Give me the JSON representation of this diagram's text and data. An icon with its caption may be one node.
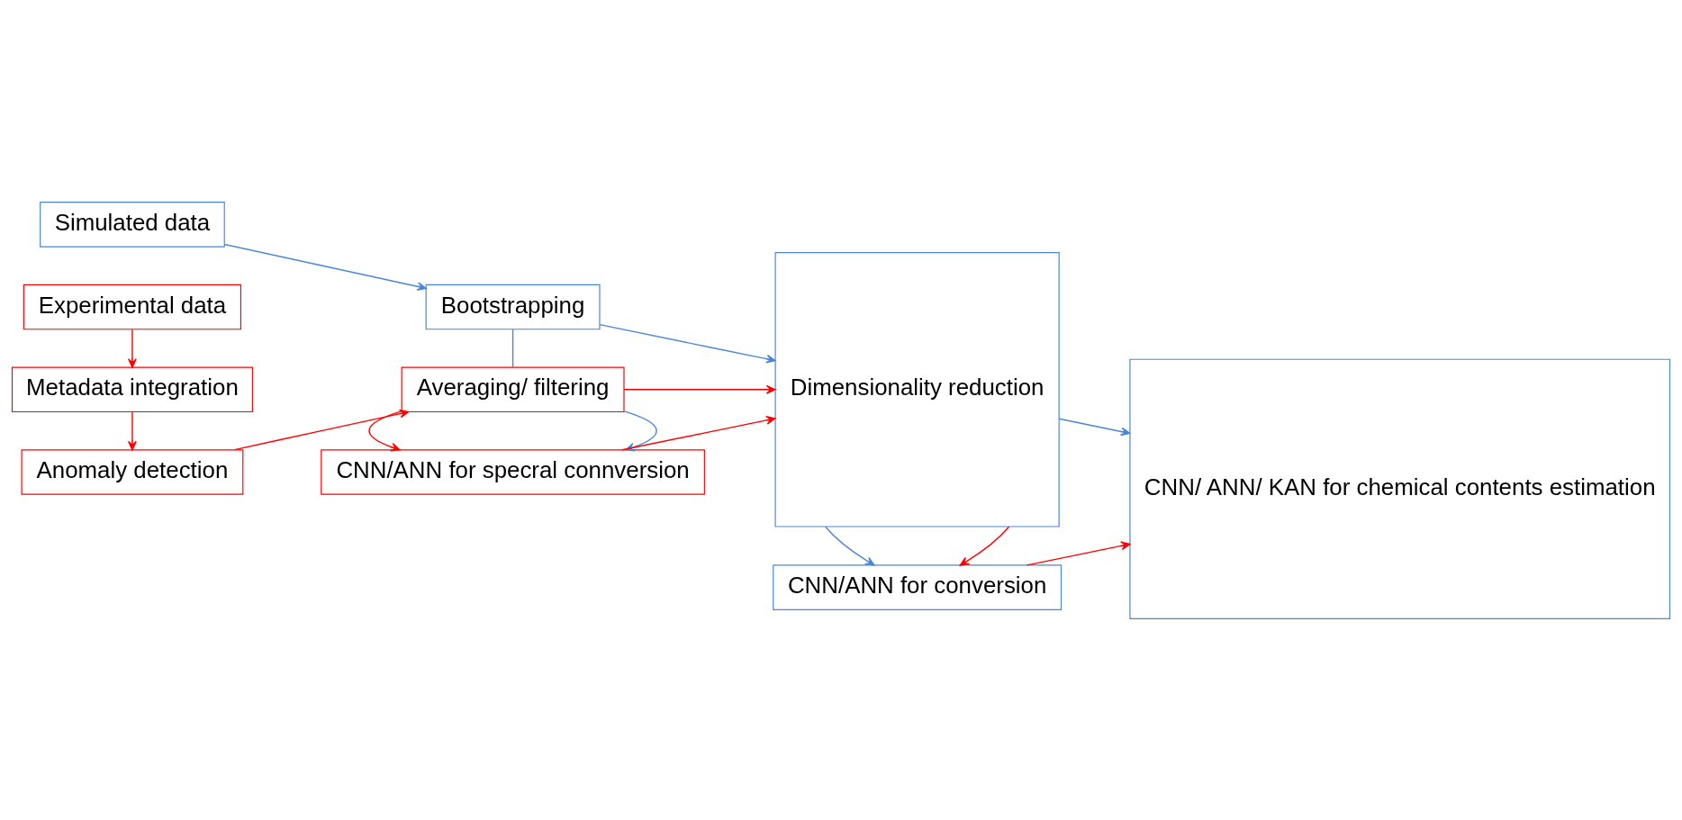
{
  "diagram": {
    "nodes": [
      {
        "text": [
          "Simulated data"
        ]
      },
      {
        "text": [
          "Bootstrapping"
        ]
      },
      {
        "text": [
          "Dimensionality reduction"
        ]
      },
      {
        "text": [
          "CNN/ ANN/ KAN for chemical contents estimation"
        ]
      },
      {
        "text": [
          "Averaging/ filtering"
        ]
      },
      {
        "text": [
          "Anomaly detection"
        ]
      },
      {
        "text": [
          "CNN/ANN for specral connversion"
        ]
      },
      {
        "text": [
          "CNN/ANN for conversion"
        ]
      },
      {
        "text": [
          "Metadata integration"
        ]
      },
      {
        "text": [
          "Experimental data"
        ]
      }
    ],
    "edges": [
      {
        "from": 0,
        "to": 1,
        "arrow": "to",
        "color": "#4a86d8"
      },
      {
        "from": 1,
        "to": 2,
        "arrow": "to",
        "color": "#4a86d8"
      },
      {
        "from": 2,
        "to": 3,
        "arrow": "to",
        "color": "#4a86d8"
      },
      {
        "from": 1,
        "to": 4,
        "arrow": "none",
        "color": "#4a86d8"
      },
      {
        "from": 5,
        "to": 4,
        "arrow": "to",
        "color": "#ff0000"
      },
      {
        "from": 4,
        "to": 2,
        "arrow": "to",
        "color": "#ff0000"
      },
      {
        "from": 6,
        "to": 2,
        "arrow": "to",
        "color": "#ff0000"
      },
      {
        "from": 4,
        "to": 6,
        "arrow": "to",
        "color": "#4a86d8"
      },
      {
        "from": 4,
        "to": 6,
        "arrow": "to",
        "color": "#ff0000"
      },
      {
        "from": 2,
        "to": 7,
        "arrow": "to",
        "color": "#ff0000"
      },
      {
        "from": 2,
        "to": 7,
        "arrow": "to",
        "color": "#4a86d8"
      },
      {
        "from": 7,
        "to": 3,
        "arrow": "to",
        "color": "#ff0000"
      },
      {
        "from": 8,
        "to": 5,
        "arrow": "to",
        "color": "#ff0000"
      },
      {
        "from": 9,
        "to": 8,
        "arrow": "to",
        "color": "#ff0000"
      }
    ]
  }
}
